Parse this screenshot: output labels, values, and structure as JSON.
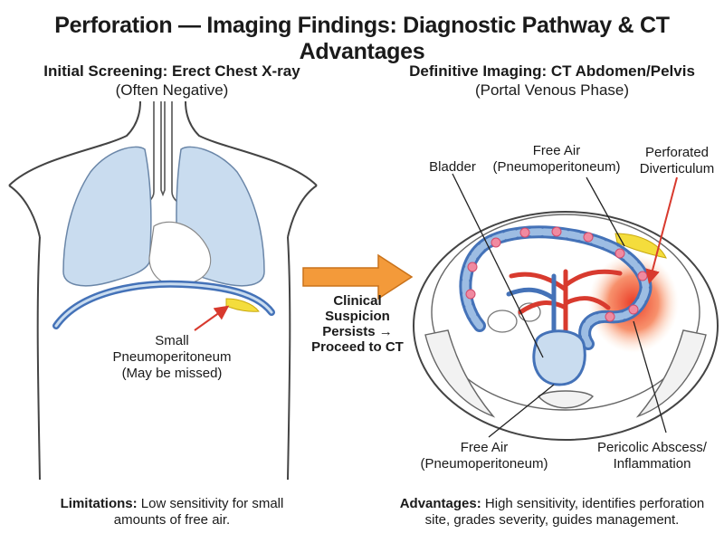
{
  "title": "Perforation — Imaging Findings: Diagnostic Pathway & CT Advantages",
  "left": {
    "heading": "Initial Screening: Erect Chest X-ray",
    "subheading": "(Often Negative)",
    "label_lines": [
      "Small",
      "Pneumoperitoneum",
      "(May be missed)"
    ],
    "footer_bold": "Limitations:",
    "footer_text": " Low sensitivity for small",
    "footer_text2": "amounts of free air."
  },
  "arrow": {
    "lines": [
      "Clinical",
      "Suspicion",
      "Persists →",
      "Proceed to CT"
    ]
  },
  "right": {
    "heading": "Definitive Imaging: CT Abdomen/Pelvis",
    "subheading": "(Portal Venous Phase)",
    "labels": {
      "bladder": "Bladder",
      "free_air_top": [
        "Free Air",
        "(Pneumoperitoneum)"
      ],
      "perforated": [
        "Perforated",
        "Diverticulum"
      ],
      "free_air_bottom": [
        "Free Air",
        "(Pneumoperitoneum)"
      ],
      "abscess": [
        "Pericolic Abscess/",
        "Inflammation"
      ]
    },
    "footer_bold": "Advantages:",
    "footer_text": " High sensitivity, identifies perforation",
    "footer_text2": "site, grades severity, guides management."
  },
  "colors": {
    "lung": "#c9dcef",
    "colon": "#7ea6d6",
    "vessel_red": "#d83a2e",
    "vessel_blue": "#4472b8",
    "free_air": "#f4dd3c",
    "inflammation": "#ee4422",
    "arrow": "#f39a3a"
  }
}
